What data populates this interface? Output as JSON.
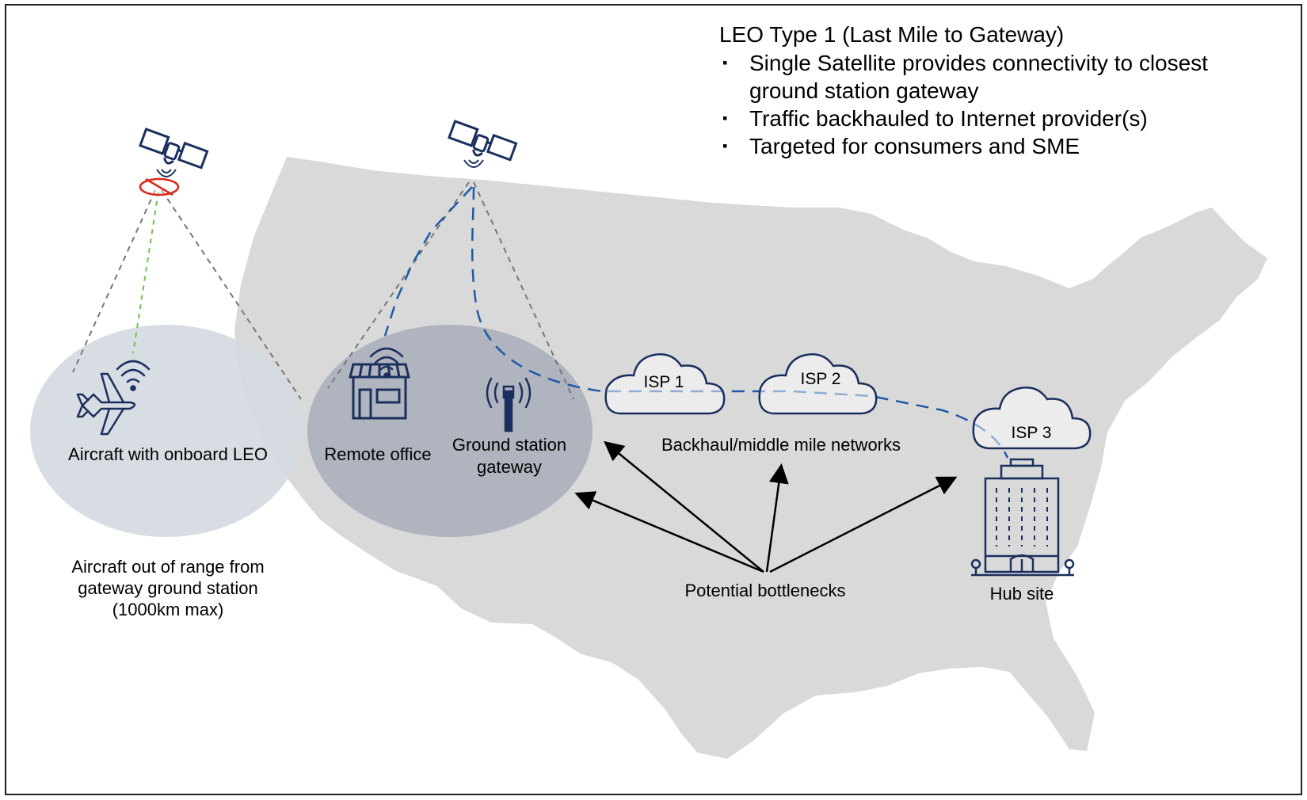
{
  "legend": {
    "title": "LEO Type 1 (Last Mile to Gateway)",
    "bullets": [
      "Single Satellite provides connectivity to closest ground station gateway",
      "Traffic backhauled to Internet provider(s)",
      "Targeted for consumers and SME"
    ]
  },
  "labels": {
    "aircraft": "Aircraft with onboard LEO",
    "remote_office": "Remote office",
    "ground_station_line1": "Ground station",
    "ground_station_line2": "gateway",
    "backhaul": "Backhaul/middle mile networks",
    "bottlenecks": "Potential bottlenecks",
    "hub_site": "Hub site",
    "out_of_range_line1": "Aircraft out of range from",
    "out_of_range_line2": "gateway ground station",
    "out_of_range_line3": "(1000km max)"
  },
  "clouds": {
    "isp1": "ISP 1",
    "isp2": "ISP 2",
    "isp3": "ISP 3"
  },
  "icons": {
    "satellite": "satellite-icon",
    "no_signal": "no-signal-icon",
    "aircraft": "aircraft-icon",
    "wifi": "wifi-icon",
    "store": "store-icon",
    "antenna": "antenna-tower-icon",
    "building": "building-icon"
  },
  "colors": {
    "map_fill": "#d9d9d9",
    "coverage_light": "#d5dae2",
    "coverage_dark": "#a8adb8",
    "link_blue": "#1f5aa6",
    "no_signal_red": "#d9291c",
    "green_link": "#6cc24a",
    "icon_navy": "#1b2f5e"
  }
}
